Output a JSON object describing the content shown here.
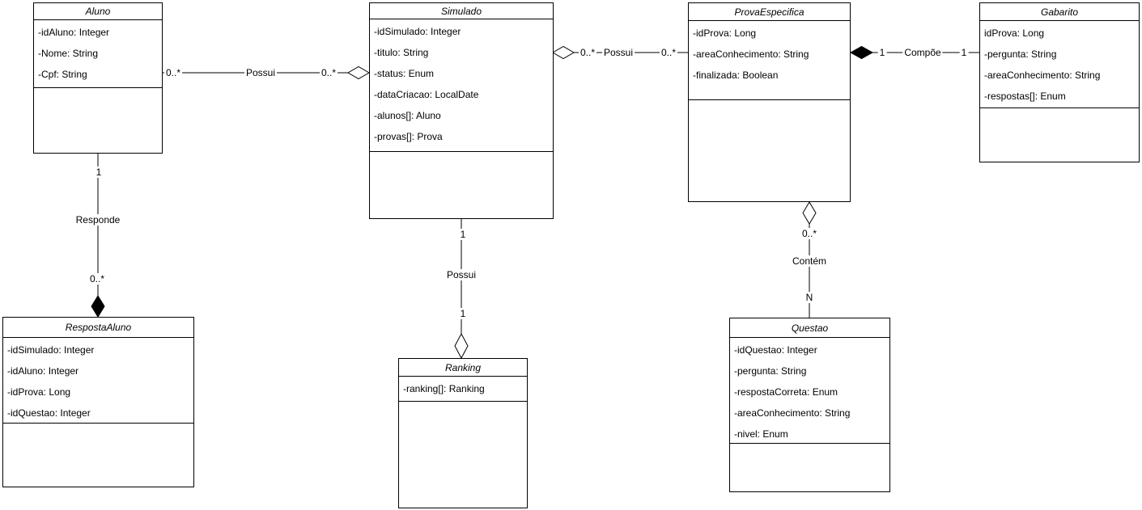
{
  "diagram": {
    "type": "uml-class-diagram",
    "colors": {
      "line": "#000000",
      "box_fill": "#ffffff",
      "text": "#000000"
    }
  },
  "classes": [
    {
      "name": "Aluno",
      "attributes": [
        "-idAluno: Integer",
        "-Nome: String",
        "-Cpf: String"
      ]
    },
    {
      "name": "Simulado",
      "attributes": [
        "-idSimulado: Integer",
        "-titulo: String",
        "-status: Enum",
        "-dataCriacao: LocalDate",
        "-alunos[]: Aluno",
        "-provas[]: Prova"
      ]
    },
    {
      "name": "ProvaEspecifica",
      "attributes": [
        "-idProva: Long",
        "-areaConhecimento: String",
        "-finalizada: Boolean"
      ]
    },
    {
      "name": "Gabarito",
      "attributes": [
        "idProva: Long",
        "-pergunta: String",
        "-areaConhecimento: String",
        "-respostas[]: Enum"
      ]
    },
    {
      "name": "RespostaAluno",
      "attributes": [
        "-idSimulado: Integer",
        "-idAluno: Integer",
        "-idProva: Long",
        "-idQuestao: Integer"
      ]
    },
    {
      "name": "Ranking",
      "attributes": [
        "-ranking[]: Ranking"
      ]
    },
    {
      "name": "Questao",
      "attributes": [
        "-idQuestao: Integer",
        "-pergunta: String",
        "-respostaCorreta: Enum",
        "-areaConhecimento: String",
        "-nivel: Enum"
      ]
    }
  ],
  "relationships": [
    {
      "label": "Possui",
      "source": "Aluno",
      "target": "Simulado",
      "source_multiplicity": "0..*",
      "target_multiplicity": "0..*",
      "diamond": "open",
      "diamond_at": "Simulado"
    },
    {
      "label": "Possui",
      "source": "Simulado",
      "target": "ProvaEspecifica",
      "source_multiplicity": "0..*",
      "target_multiplicity": "0..*",
      "diamond": "open",
      "diamond_at": "Simulado"
    },
    {
      "label": "Compõe",
      "source": "ProvaEspecifica",
      "target": "Gabarito",
      "source_multiplicity": "1",
      "target_multiplicity": "1",
      "diamond": "filled",
      "diamond_at": "ProvaEspecifica"
    },
    {
      "label": "Responde",
      "source": "Aluno",
      "target": "RespostaAluno",
      "source_multiplicity": "1",
      "target_multiplicity": "0..*",
      "diamond": "filled",
      "diamond_at": "RespostaAluno"
    },
    {
      "label": "Possui",
      "source": "Simulado",
      "target": "Ranking",
      "source_multiplicity": "1",
      "target_multiplicity": "1",
      "diamond": "open",
      "diamond_at": "Ranking"
    },
    {
      "label": "Contém",
      "source": "ProvaEspecifica",
      "target": "Questao",
      "source_multiplicity": "0..*",
      "target_multiplicity": "N",
      "diamond": "open",
      "diamond_at": "ProvaEspecifica"
    }
  ]
}
